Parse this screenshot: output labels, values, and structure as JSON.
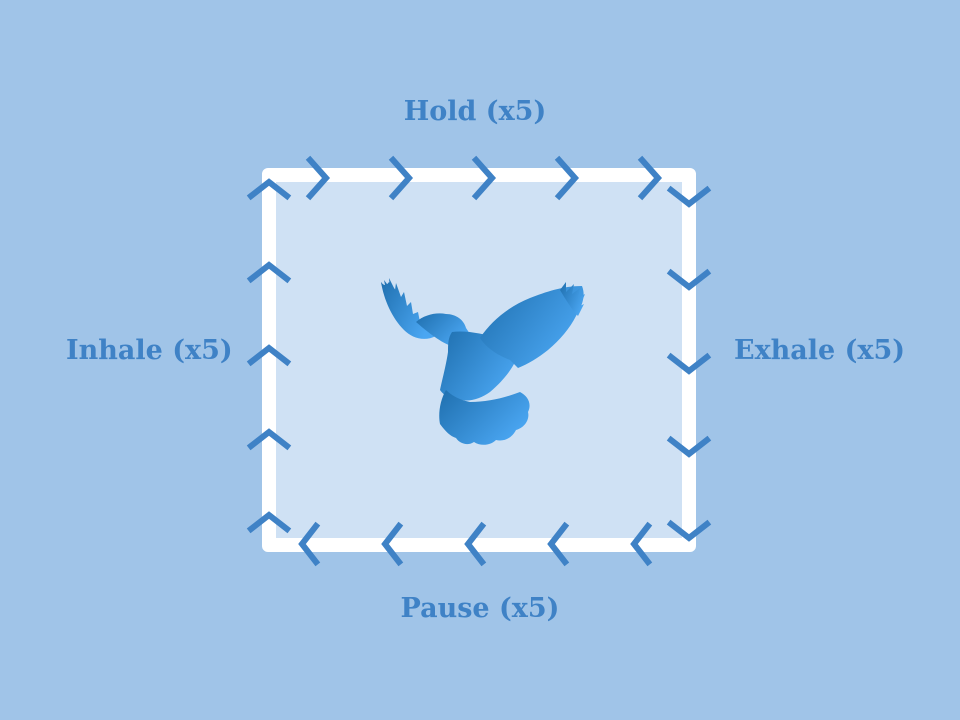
{
  "labels": {
    "top": "Hold (x5)",
    "bottom": "Pause (x5)",
    "left": "Inhale (x5)",
    "right": "Exhale (x5)"
  },
  "colors": {
    "background": "#a0c4e8",
    "box_fill": "#cfe1f4",
    "box_border": "#ffffff",
    "arrow": "#3f82c6",
    "label": "#3f82c6",
    "bird_gradient_start": "#1f6fae",
    "bird_gradient_end": "#4aa6f2"
  },
  "icons": {
    "center": "dove-icon",
    "arrows": "chevron-icon"
  }
}
